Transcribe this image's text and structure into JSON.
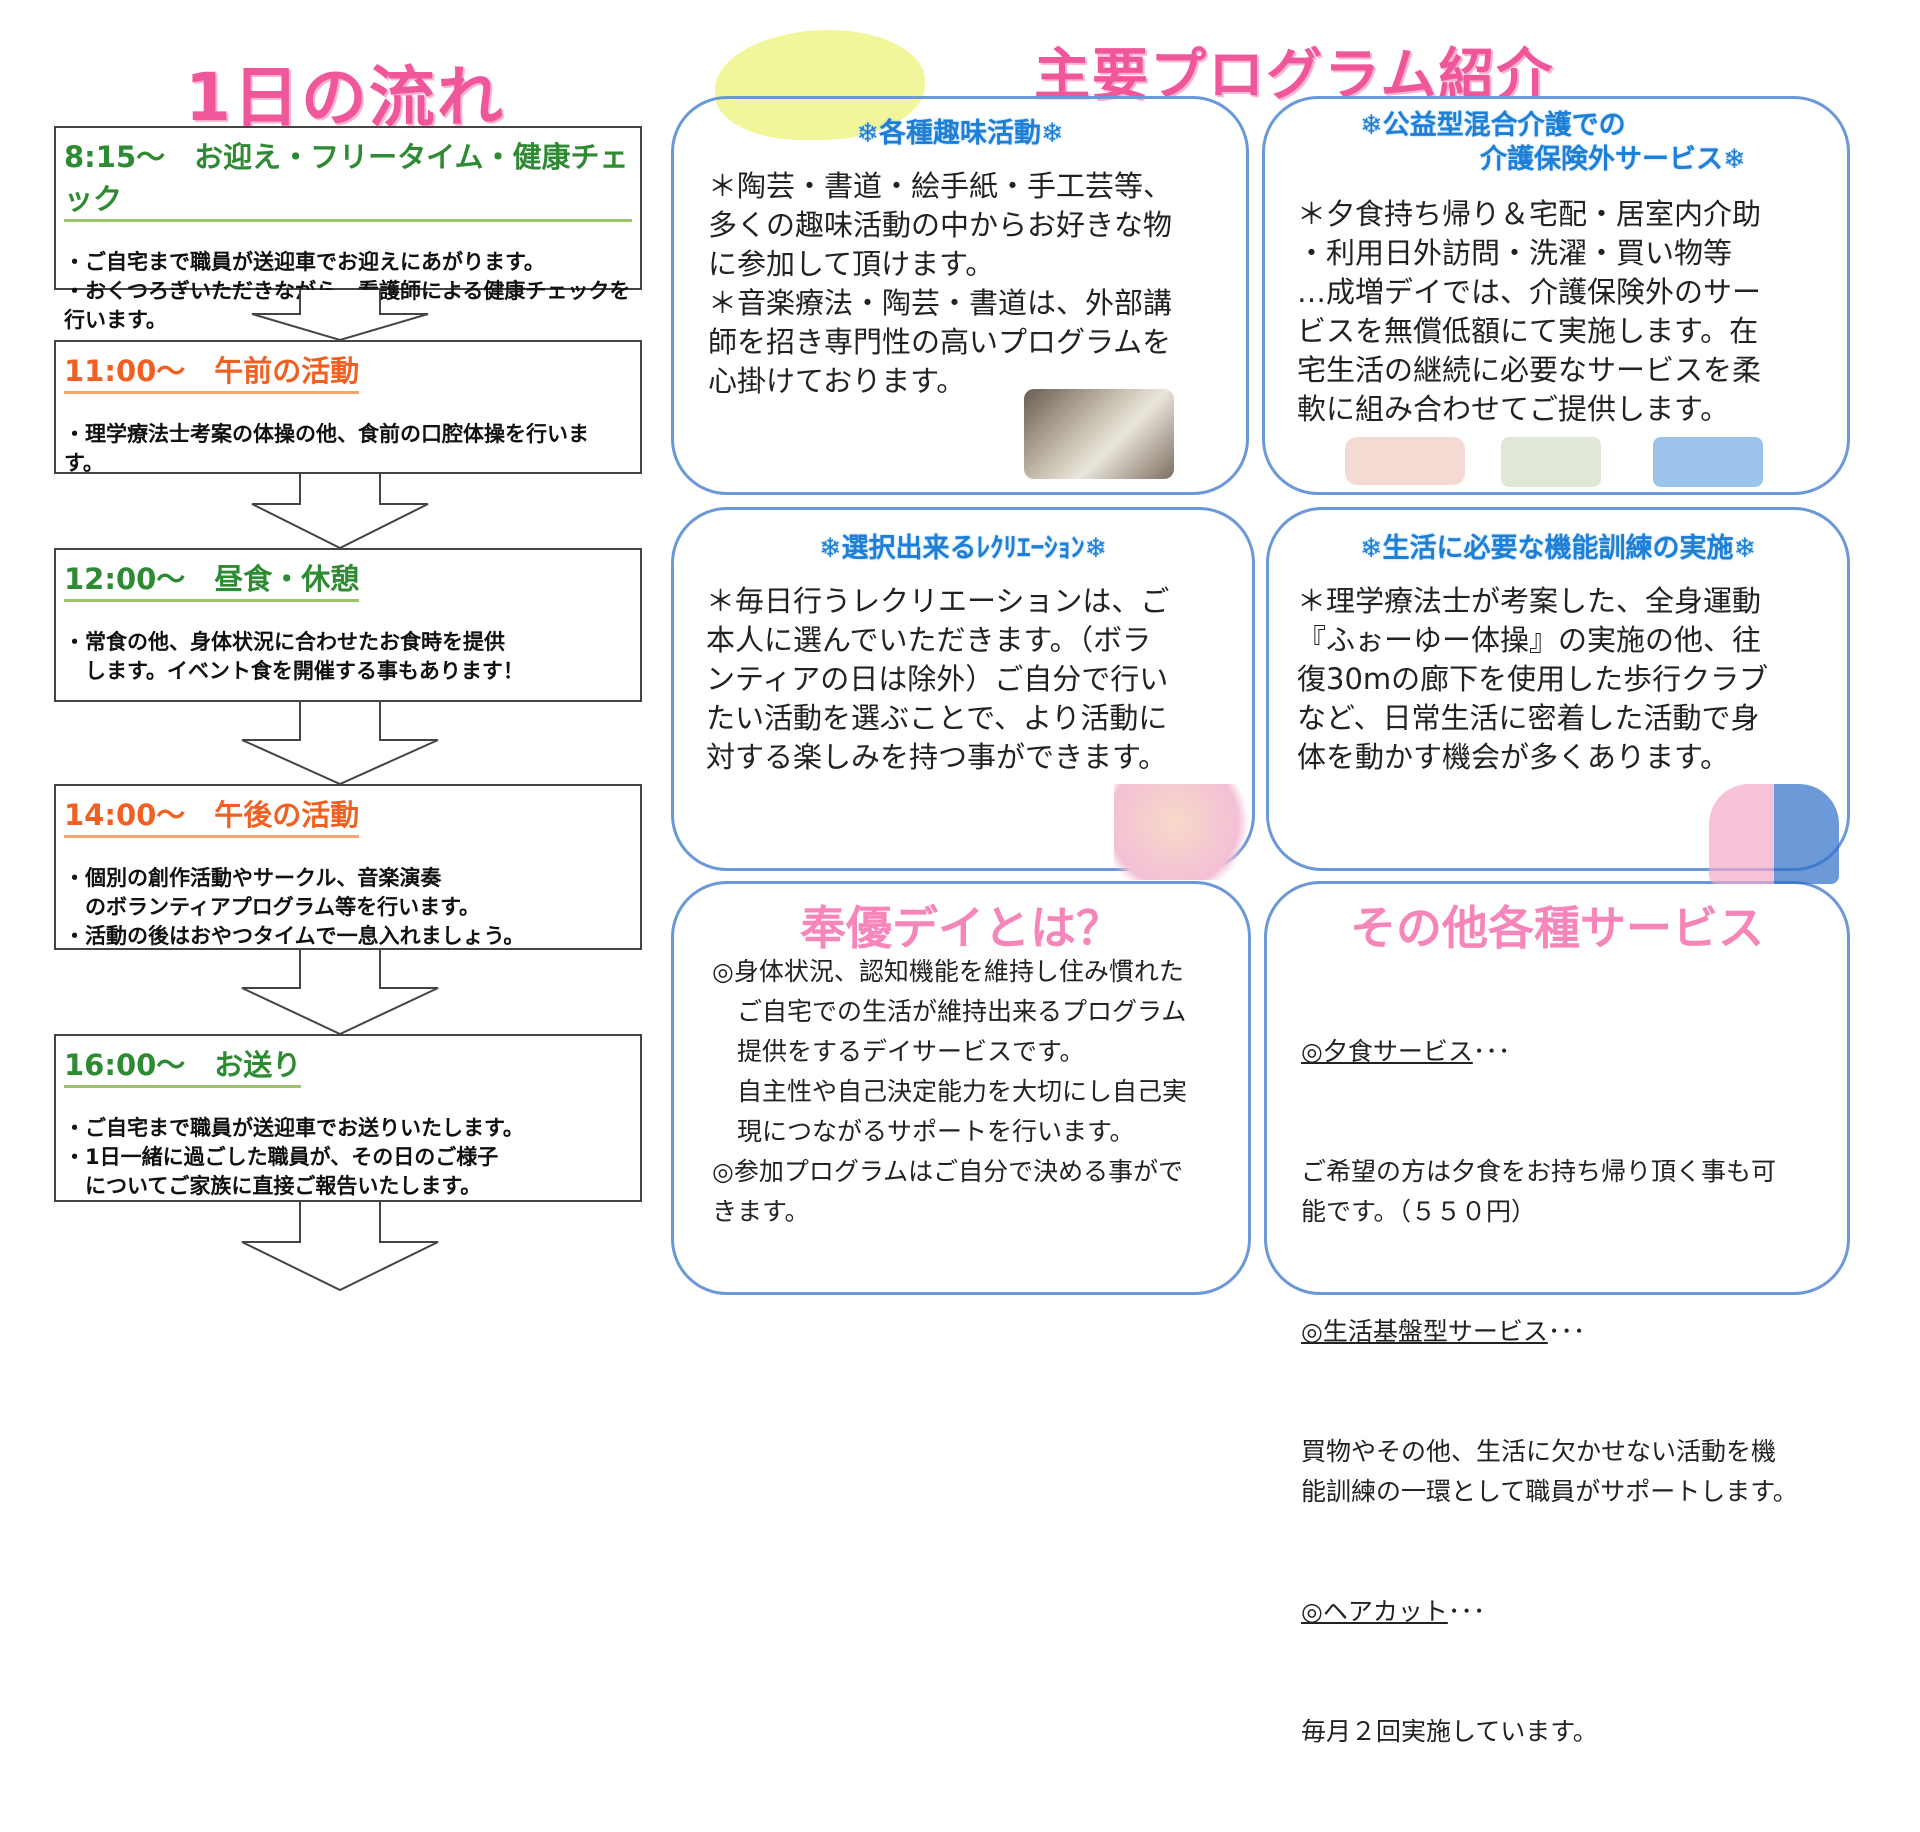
{
  "left": {
    "title": "1日の流れ",
    "steps": [
      {
        "time_title": "8:15～　お迎え・フリータイム・健康チェック",
        "body": "・ご自宅まで職員が送迎車でお迎えにあがります。\n・おくつろぎいただきながら、看護師による健康チェックを\n行います。",
        "color": "#2e8a33"
      },
      {
        "time_title": "11:00～　午前の活動",
        "body": "・理学療法士考案の体操の他、食前の口腔体操を行いま\nす。",
        "color": "#f06022"
      },
      {
        "time_title": "12:00～　昼食・休憩",
        "body": "・常食の他、身体状況に合わせたお食時を提供\n　します。イベント食を開催する事もあります！",
        "color": "#2e8a33"
      },
      {
        "time_title": "14:00～　午後の活動",
        "body": "・個別の創作活動やサークル、音楽演奏\n　のボランティアプログラム等を行います。\n・活動の後はおやつタイムで一息入れましょう。",
        "color": "#f06022"
      },
      {
        "time_title": "16:00～　お送り",
        "body": "・ご自宅まで職員が送迎車でお送りいたします。\n・1日一緒に過ごした職員が、その日のご様子\n　についてご家族に直接ご報告いたします。",
        "color": "#2e8a33"
      }
    ]
  },
  "right": {
    "title": "主要プログラム紹介",
    "panels": [
      {
        "heading": "❄各種趣味活動❄",
        "body": "＊陶芸・書道・絵手紙・手工芸等、\n多くの趣味活動の中からお好きな物\nに参加して頂けます。\n＊音楽療法・陶芸・書道は、外部講\n師を招き専門性の高いプログラムを\n心掛けております。"
      },
      {
        "heading": "❄公益型混合介護での",
        "heading2": "介護保険外サービス❄",
        "body": "＊夕食持ち帰り＆宅配・居室内介助\n・利用日外訪問・洗濯・買い物等\n…成増デイでは、介護保険外のサー\nビスを無償低額にて実施します。在\n宅生活の継続に必要なサービスを柔\n軟に組み合わせてご提供します。"
      },
      {
        "heading": "❄選択出来るﾚｸﾘｴｰｼｮﾝ❄",
        "body": "＊毎日行うレクリエーションは、ご\n本人に選んでいただきます。（ボラ\nンティアの日は除外）ご自分で行い\nたい活動を選ぶことで、より活動に\n対する楽しみを持つ事ができます。"
      },
      {
        "heading": "❄生活に必要な機能訓練の実施❄",
        "body": "＊理学療法士が考案した、全身運動\n『ふぉーゆー体操』の実施の他、往\n復30mの廊下を使用した歩行クラブ\nなど、日常生活に密着した活動で身\n体を動かす機会が多くあります。"
      },
      {
        "title": "奉優デイとは？",
        "body": "◎身体状況、認知機能を維持し住み慣れた\n　ご自宅での生活が維持出来るプログラム\n　提供をするデイサービスです。\n　自主性や自己決定能力を大切にし自己実\n　現につながるサポートを行います。\n◎参加プログラムはご自分で決める事がで\nきます。"
      },
      {
        "title": "その他各種サービス",
        "services": [
          {
            "name": "◎夕食サービス",
            "suffix": "･･･",
            "desc": "ご希望の方は夕食をお持ち帰り頂く事も可\n能です。（５５０円）"
          },
          {
            "name": "◎生活基盤型サービス",
            "suffix": "･･･",
            "desc": "買物やその他、生活に欠かせない活動を機\n能訓練の一環として職員がサポートします。"
          },
          {
            "name": "◎ヘアカット",
            "suffix": "･･･",
            "desc": "毎月２回実施しています。"
          }
        ]
      }
    ]
  },
  "colors": {
    "pink": "#f0579a",
    "blue": "#1d7fd6",
    "panel_border": "#6b98d8",
    "green": "#2e8a33",
    "orange": "#f06022"
  }
}
